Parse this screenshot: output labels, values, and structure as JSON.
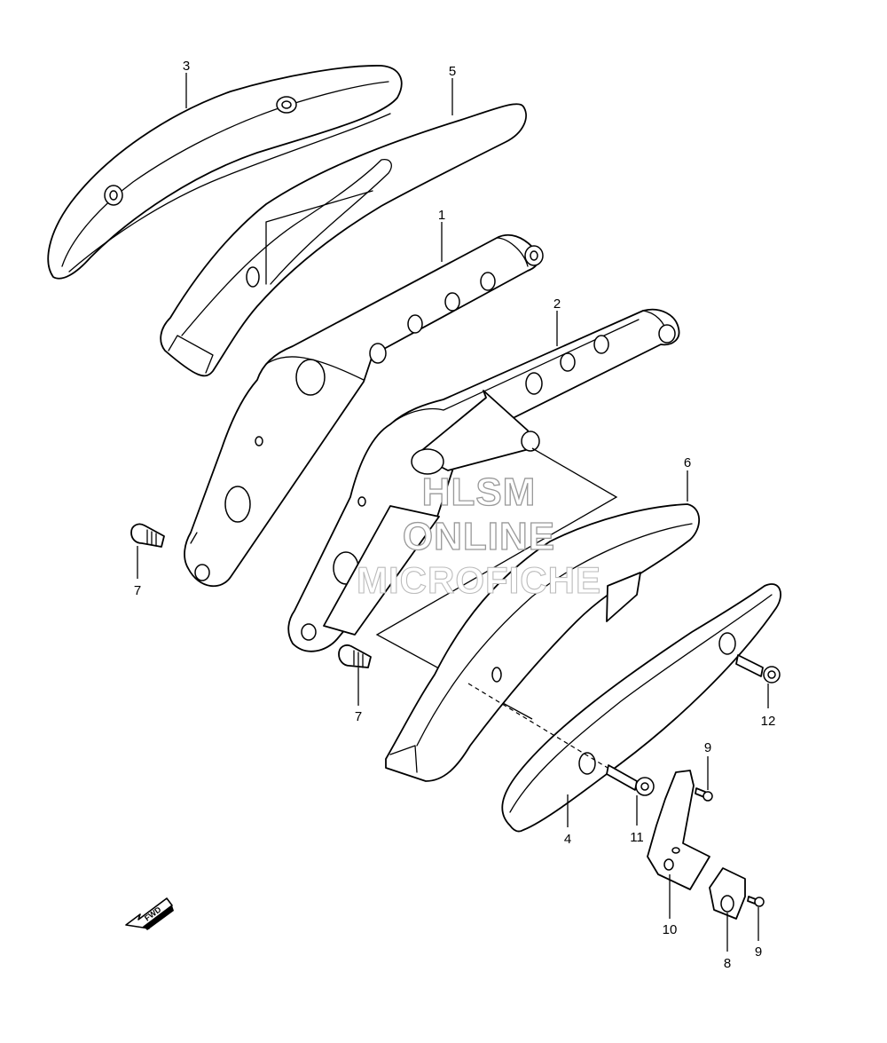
{
  "watermark": {
    "line1": "HLSM",
    "line2": "ONLINE",
    "line3": "MICROFICHE"
  },
  "fwd_label": "FWD",
  "callouts": {
    "c1": "1",
    "c2": "2",
    "c3": "3",
    "c4": "4",
    "c5": "5",
    "c6": "6",
    "c7a": "7",
    "c7b": "7",
    "c8": "8",
    "c9a": "9",
    "c9b": "9",
    "c10": "10",
    "c11": "11",
    "c12": "12"
  },
  "colors": {
    "line": "#000000",
    "background": "#ffffff",
    "watermark_outline": "#999999"
  }
}
